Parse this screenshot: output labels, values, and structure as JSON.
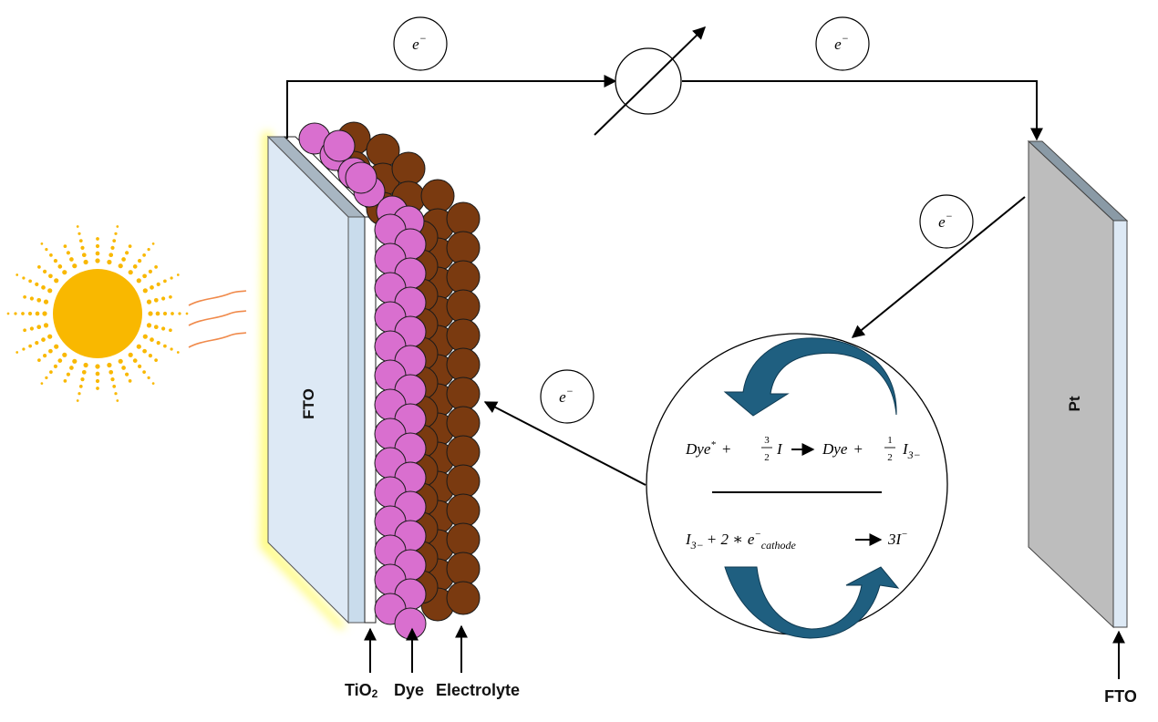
{
  "colors": {
    "glass": "#dde9f5",
    "glass_edge": "#c9dcec",
    "glass_top": "#a8b6c2",
    "tio2": "#ffffff",
    "dye": "#d96fcf",
    "electrolyte": "#7a3a10",
    "sun": "#f9b800",
    "pt": "#bdbdbd",
    "pt_top": "#8a9aa6",
    "cycle_arrow": "#1f5f80",
    "glow": "#fffb7a",
    "heat": "#f08a4b"
  },
  "icons": {
    "sun": "sun-icon",
    "heat_waves": "heat-wave-icon",
    "load": "variable-resistor-icon",
    "cycle": "redox-cycle-arrow-icon"
  },
  "electron_badge": {
    "base": "e",
    "sup": "−"
  },
  "labels": {
    "anode_fto": "FTO",
    "cathode_pt": "Pt",
    "cathode_fto": "FTO",
    "tio2": "TiO",
    "tio2_sub": "2",
    "dye": "Dye",
    "electrolyte": "Electrolyte"
  },
  "reactions": {
    "top": {
      "lhs_species": "Dye",
      "lhs_sup": "*",
      "plus": "+",
      "frac_num": "3",
      "frac_den": "2",
      "iodide": "I",
      "rhs_species": "Dye",
      "plus2": "+",
      "frac2_num": "1",
      "frac2_den": "2",
      "triiodide": "I",
      "triiodide_sub": "3−"
    },
    "bottom": {
      "triiodide": "I",
      "triiodide_sub": "3−",
      "plus_two": "+ 2 ∗",
      "electron": "e",
      "electron_sup": "−",
      "electron_sub": "cathode",
      "product": "3I",
      "product_sup": "−"
    }
  }
}
